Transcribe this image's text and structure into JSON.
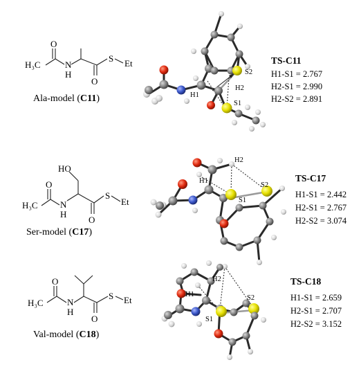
{
  "models": [
    {
      "caption_text": "Ala-model (",
      "caption_bold": "C11",
      "caption_end": ")",
      "formula": {
        "acetyl": "H₃C",
        "nh_n": "N",
        "nh_h": "H",
        "o1": "O",
        "o2": "O",
        "s": "S",
        "et": "Et"
      },
      "ts": {
        "title": "TS-C11",
        "lines": [
          "H1-S1 = 2.767",
          "H2-S1 = 2.990",
          "H2-S2 = 2.891"
        ]
      },
      "labels": {
        "a": "H1",
        "b": "S1",
        "c": "S2",
        "d": "H2"
      }
    },
    {
      "caption_text": "Ser-model (",
      "caption_bold": "C17",
      "caption_end": ")",
      "formula": {
        "acetyl": "H₃C",
        "nh_n": "N",
        "nh_h": "H",
        "o1": "O",
        "o2": "O",
        "s": "S",
        "et": "Et",
        "ho": "HO"
      },
      "ts": {
        "title": "TS-C17",
        "lines": [
          "H1-S1 = 2.442",
          "H2-S1 = 2.767",
          "H2-S2 = 3.074"
        ]
      },
      "labels": {
        "a": "H1",
        "b": "S1",
        "c": "S2",
        "d": "H2"
      }
    },
    {
      "caption_text": "Val-model (",
      "caption_bold": "C18",
      "caption_end": ")",
      "formula": {
        "acetyl": "H₃C",
        "nh_n": "N",
        "nh_h": "H",
        "o1": "O",
        "o2": "O",
        "s": "S",
        "et": "Et"
      },
      "ts": {
        "title": "TS-C18",
        "lines": [
          "H1-S1 = 2.659",
          "H2-S1 = 2.707",
          "H2-S2 = 3.152"
        ]
      },
      "labels": {
        "a": "H1",
        "b": "S1",
        "c": "S2",
        "d": "H2"
      }
    }
  ],
  "colors": {
    "carbon": "#8a8a8a",
    "hydrogen": "#e8e8e8",
    "oxygen": "#e02a10",
    "nitrogen": "#3a56c8",
    "sulfur": "#e6e000",
    "bond": "#2a2a2a"
  }
}
